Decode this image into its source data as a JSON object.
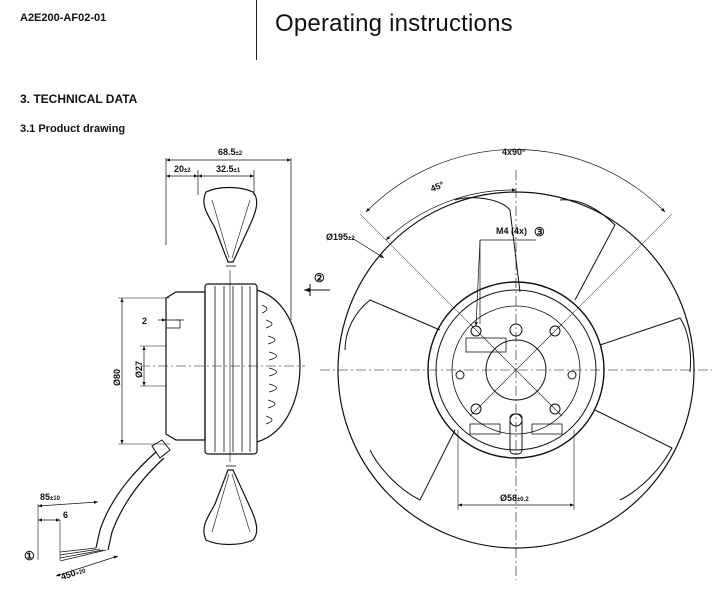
{
  "header": {
    "model_code": "A2E200-AF02-01",
    "title": "Operating instructions"
  },
  "section": {
    "heading": "3. TECHNICAL DATA",
    "subheading": "3.1 Product drawing"
  },
  "side_view": {
    "overall_depth": "68.5",
    "overall_depth_tol": "±2",
    "hub_offset": "20",
    "hub_offset_tol": "±2",
    "blade_width": "32.5",
    "blade_width_tol": "±1",
    "lip": "2",
    "motor_dia": "Ø80",
    "shaft_dia": "Ø27",
    "cable_strip": "85",
    "cable_strip_tol": "±10",
    "wire_strip": "6",
    "cable_length": "450",
    "cable_length_tol": "+20",
    "callout_1": "①",
    "callout_2": "②"
  },
  "front_view": {
    "bolt_pattern": "4x90°",
    "angle": "45°",
    "fan_dia": "Ø195",
    "fan_dia_tol": "±2",
    "screw_label": "M4 (4x)",
    "callout_3": "③",
    "centering_dia": "Ø58",
    "centering_dia_tol": "±0.2"
  }
}
